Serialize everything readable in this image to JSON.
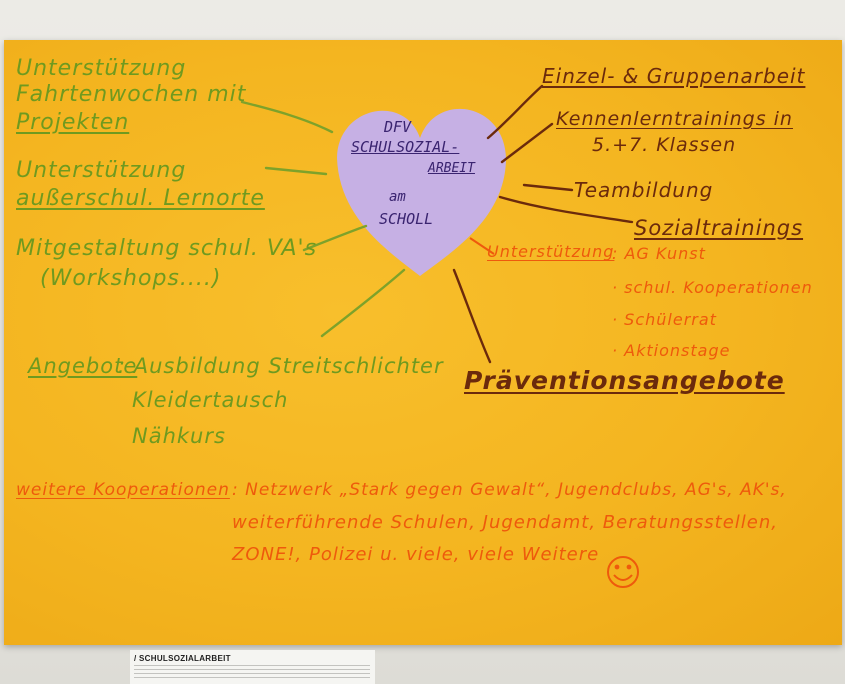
{
  "heart": {
    "line1": "DFV",
    "line2": "SCHULSOZIAL-",
    "line3": "ARBEIT",
    "line4": "am",
    "line5": "SCHOLL"
  },
  "left": {
    "unterstuetzung_1": "Unterstützung",
    "unterstuetzung_2": "Fahrtenwochen mit",
    "unterstuetzung_3": "Projekten",
    "lernorte_1": "Unterstützung",
    "lernorte_2": "außerschul. Lernorte",
    "mitgestaltung_1": "Mitgestaltung schul. VA's",
    "mitgestaltung_2": "(Workshops....)",
    "angebote_label": "Angebote",
    "angebote_1": ": Ausbildung Streitschlichter",
    "angebote_2": "Kleidertausch",
    "angebote_3": "Nähkurs"
  },
  "right": {
    "einzel": "Einzel- & Gruppenarbeit",
    "kennenlern_1": "Kennenlerntrainings in",
    "kennenlern_2": "5.+7. Klassen",
    "teambildung": "Teambildung",
    "sozial": "Sozialtrainings",
    "praevention": "Präventionsangebote"
  },
  "unterstuetzung_list": {
    "label": "Unterstützung",
    "item1": ": AG Kunst",
    "item2": "· schul. Kooperationen",
    "item3": "· Schülerrat",
    "item4": "· Aktionstage"
  },
  "kooperationen": {
    "label": "weitere Kooperationen",
    "line1": ": Netzwerk „Stark gegen Gewalt“, Jugendclubs, AG's, AK's,",
    "line2": "weiterführende Schulen, Jugendamt, Beratungsstellen,",
    "line3": "ZONE!, Polizei u. viele, viele Weitere"
  },
  "caption": {
    "title": "/ SCHULSOZIALARBEIT"
  },
  "colors": {
    "poster": "#f4b520",
    "heart": "#c6b0e4",
    "green": "#6f9a1f",
    "brown": "#6b2a0c",
    "orange": "#ee5a0c"
  }
}
